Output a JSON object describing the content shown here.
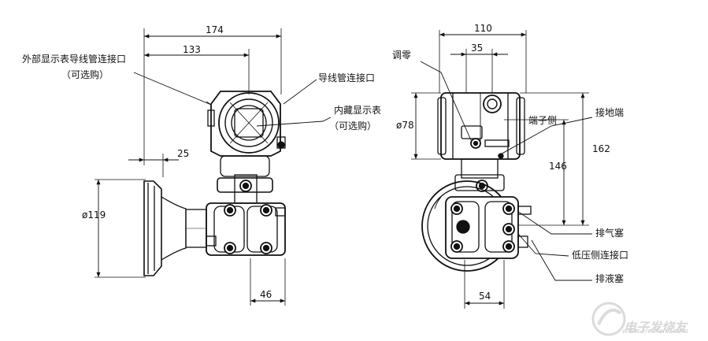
{
  "dimensions": {
    "d174": "174",
    "d133": "133",
    "d25": "25",
    "d119": "ø119",
    "d46": "46",
    "d110": "110",
    "d35": "35",
    "d78": "ø78",
    "d162": "162",
    "d146": "146",
    "d54": "54"
  },
  "labels": {
    "ext_display_line1": "外部显示表导线管连接口",
    "ext_display_line2": "（可选购）",
    "conduit_port": "导线管连接口",
    "builtin_display_line1": "内藏显示表",
    "builtin_display_line2": "（可选购）",
    "zero_adjust": "调零",
    "terminal_side": "端子侧",
    "ground_terminal": "接地端",
    "vent_plug": "排气塞",
    "low_pressure_port": "低压侧连接口",
    "drain_plug": "排液塞"
  },
  "watermark": {
    "text": "电子发烧友",
    "url_text": "www.elecfans.com"
  }
}
